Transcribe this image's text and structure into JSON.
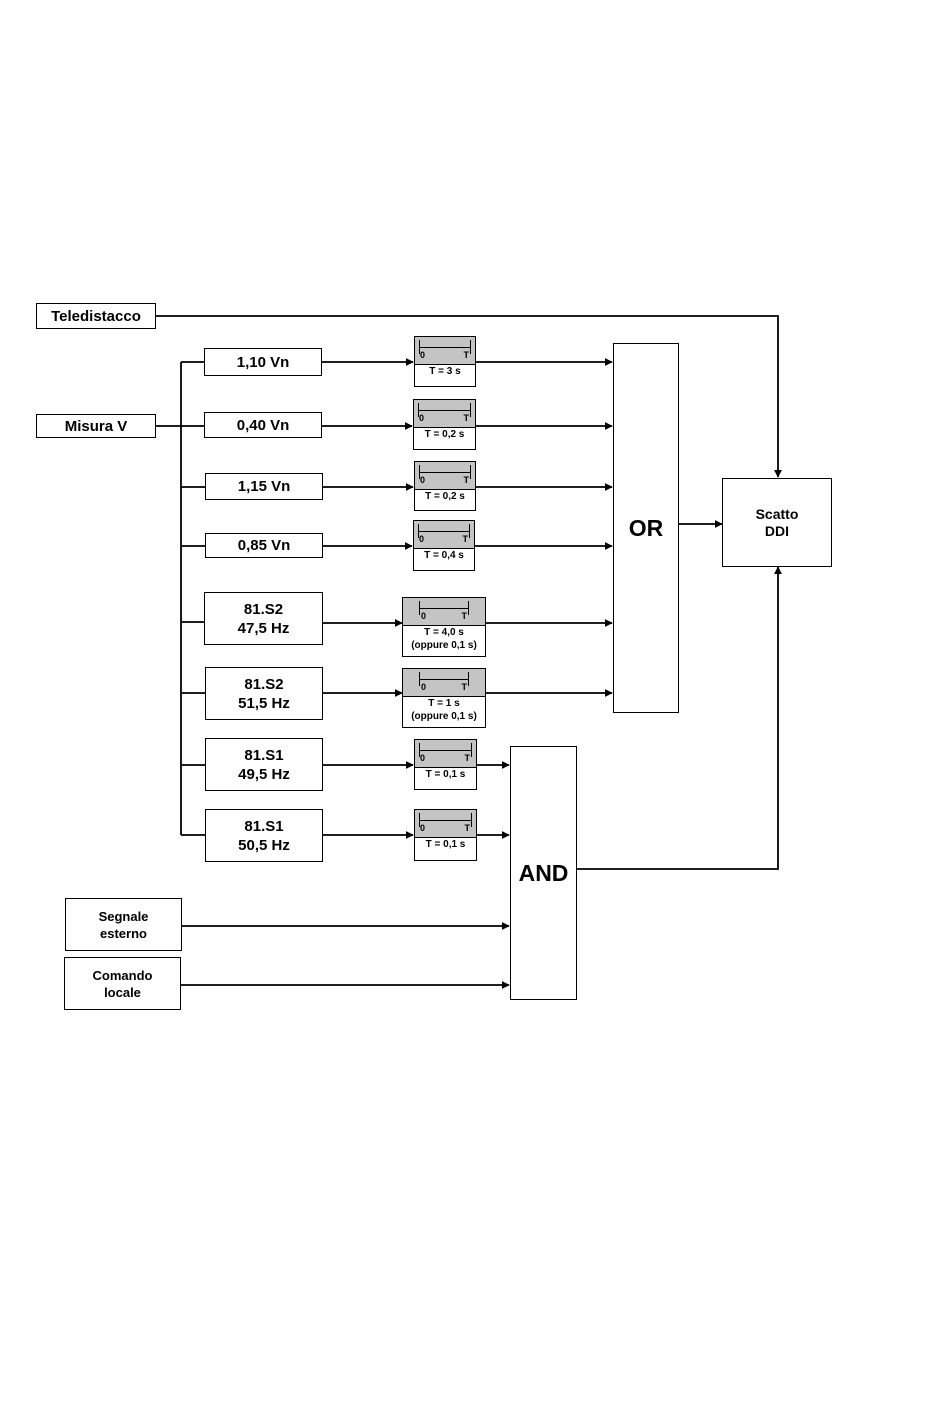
{
  "inputs": {
    "teledistacco": "Teledistacco",
    "misura_v": "Misura V",
    "segnale_esterno": "Segnale\nesterno",
    "comando_locale": "Comando\nlocale"
  },
  "thresholds": [
    {
      "label": "1,10 Vn"
    },
    {
      "label": "0,40 Vn"
    },
    {
      "label": "1,15 Vn"
    },
    {
      "label": "0,85 Vn"
    },
    {
      "label": "81.S2\n47,5 Hz"
    },
    {
      "label": "81.S2\n51,5 Hz"
    },
    {
      "label": "81.S1\n49,5 Hz"
    },
    {
      "label": "81.S1\n50,5 Hz"
    }
  ],
  "timers": [
    {
      "start": "0",
      "end": "T",
      "value": "T = 3 s"
    },
    {
      "start": "0",
      "end": "T",
      "value": "T = 0,2 s"
    },
    {
      "start": "0",
      "end": "T",
      "value": "T = 0,2 s"
    },
    {
      "start": "0",
      "end": "T",
      "value": "T = 0,4 s"
    },
    {
      "start": "0",
      "end": "T",
      "value": "T = 4,0 s\n(oppure 0,1 s)"
    },
    {
      "start": "0",
      "end": "T",
      "value": "T = 1 s\n(oppure 0,1 s)"
    },
    {
      "start": "0",
      "end": "T",
      "value": "T = 0,1 s"
    },
    {
      "start": "0",
      "end": "T",
      "value": "T = 0,1 s"
    }
  ],
  "gates": {
    "or": "OR",
    "and": "AND"
  },
  "output": {
    "label": "Scatto\nDDI"
  },
  "colors": {
    "line": "#000000",
    "timer_band": "#c4c4c4"
  }
}
